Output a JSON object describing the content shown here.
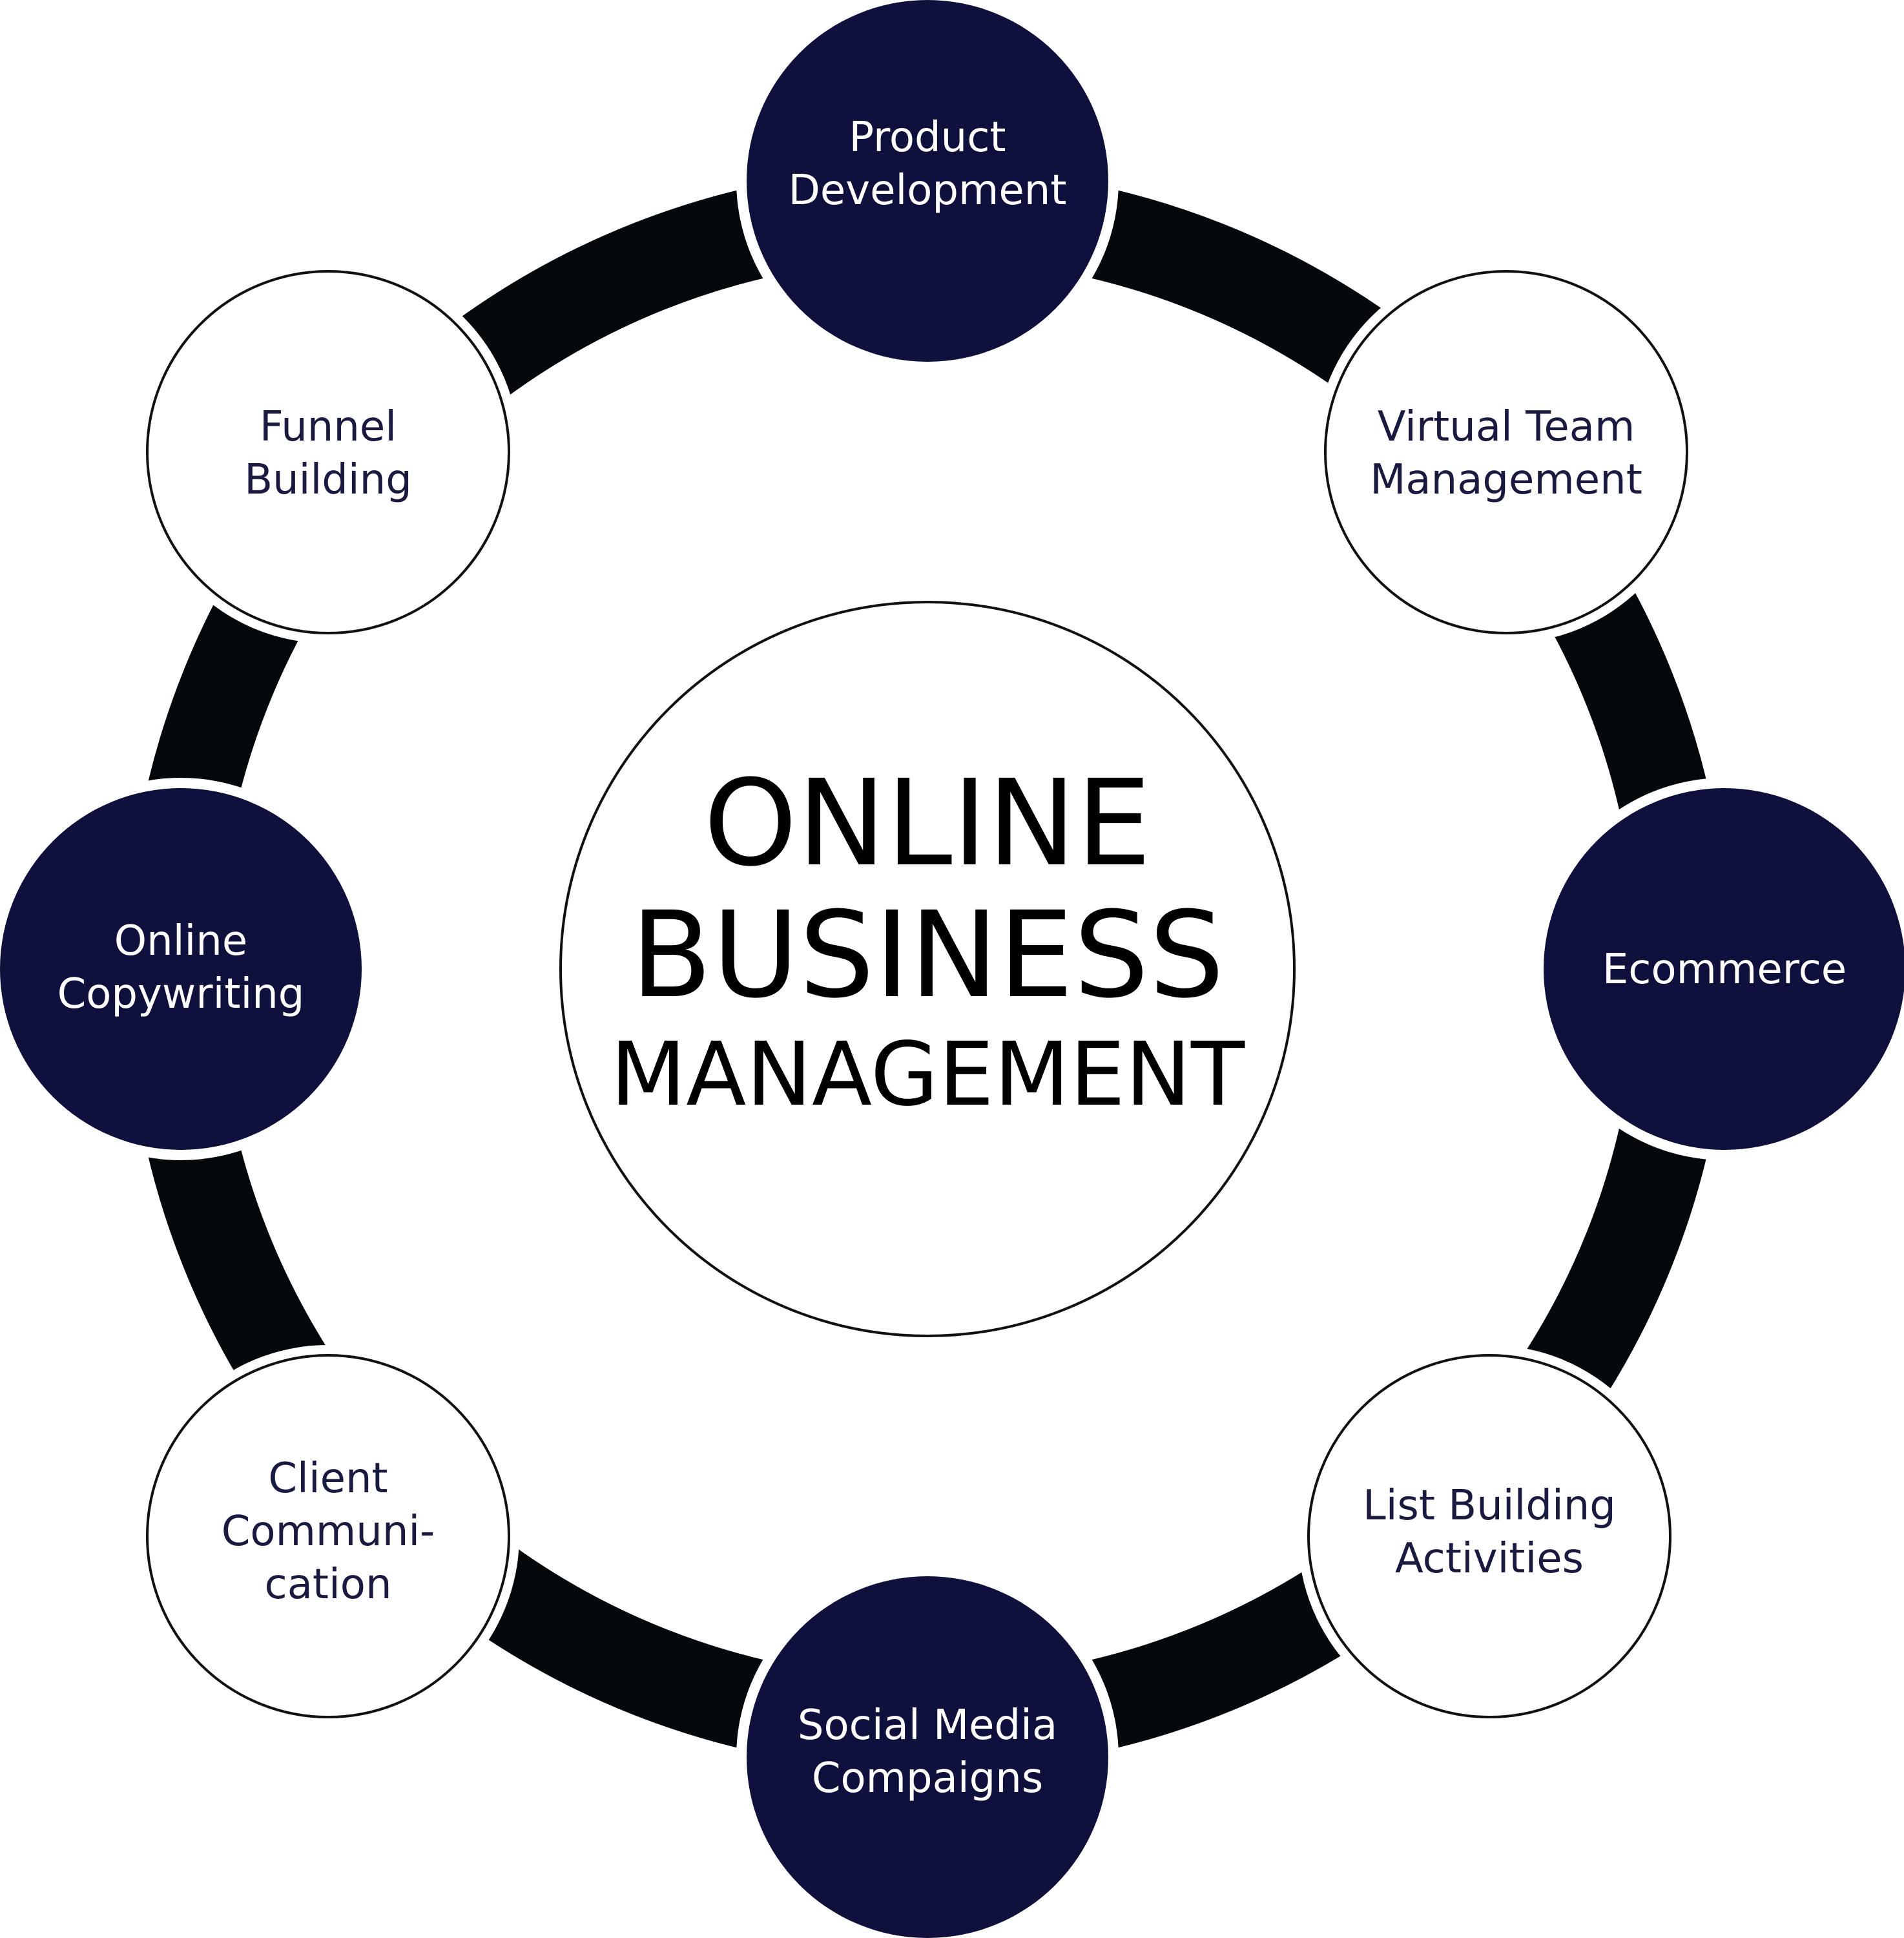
{
  "center": {
    "lines": [
      "ONLINE",
      "BUSINESS",
      "MANAGEMENT"
    ]
  },
  "nodes": [
    {
      "id": "product-development",
      "lines": [
        "Product",
        "Development"
      ],
      "style": "dark"
    },
    {
      "id": "virtual-team-management",
      "lines": [
        "Virtual Team",
        "Management"
      ],
      "style": "light"
    },
    {
      "id": "ecommerce",
      "lines": [
        "Ecommerce"
      ],
      "style": "dark"
    },
    {
      "id": "list-building-activities",
      "lines": [
        "List Building",
        "Activities"
      ],
      "style": "light"
    },
    {
      "id": "social-media-compaigns",
      "lines": [
        "Social Media",
        "Compaigns"
      ],
      "style": "dark"
    },
    {
      "id": "client-communication",
      "lines": [
        "Client",
        "Communi-",
        "cation"
      ],
      "style": "light"
    },
    {
      "id": "online-copywriting",
      "lines": [
        "Online",
        "Copywriting"
      ],
      "style": "dark"
    },
    {
      "id": "funnel-building",
      "lines": [
        "Funnel",
        "Building"
      ],
      "style": "light"
    }
  ],
  "colors": {
    "dark_node_fill": "#10103d",
    "dark_node_text": "#ffffff",
    "light_node_fill": "#ffffff",
    "light_node_text": "#1a1a40",
    "ring": "#05090b",
    "outline": "#111111",
    "center_text": "#000000"
  }
}
